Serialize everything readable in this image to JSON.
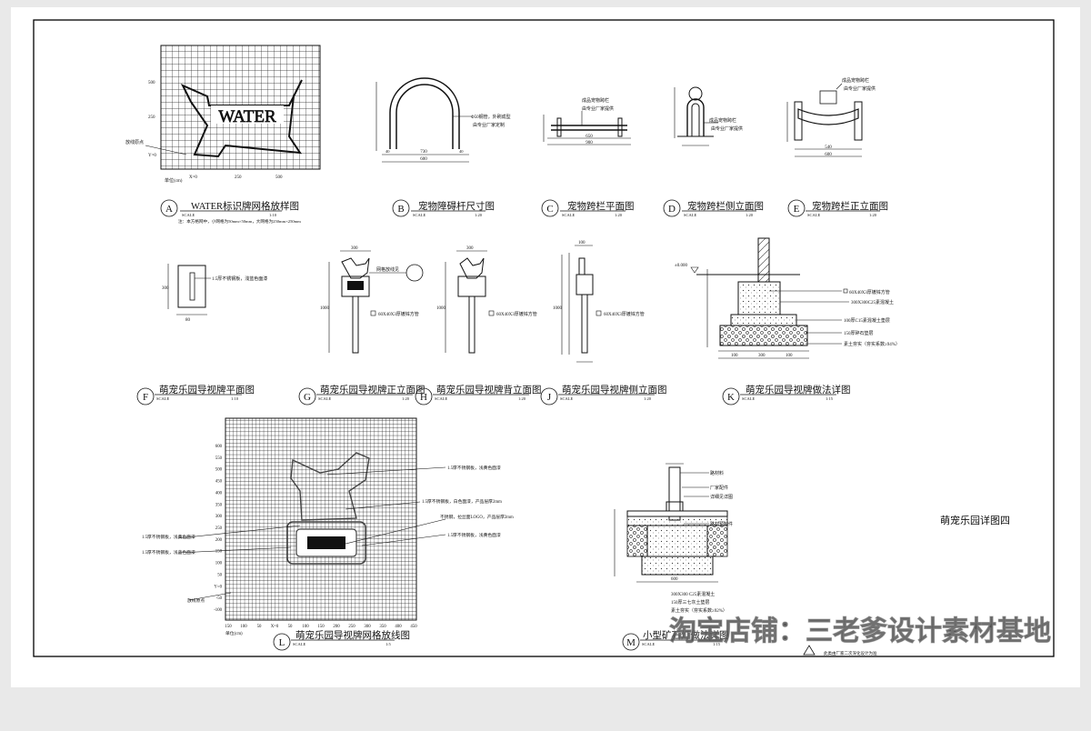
{
  "sheet_title": "萌宠乐园详图四",
  "watermark": "淘宝店铺：三老爹设计素材基地",
  "scale_word": "SCALE",
  "panels": {
    "A": {
      "letter": "A",
      "title": "WATER标识牌网格放样图",
      "scale": "1:10",
      "note": "注：本方格网中，小网格为50mm×50mm，大网格为250mm×250mm",
      "sign_text": "WATER",
      "unit": "单位(cm)",
      "ticks_y": [
        "500",
        "250",
        "Y=0"
      ],
      "ticks_x": [
        "X=0",
        "250",
        "500"
      ],
      "callout": "放线原点"
    },
    "B": {
      "letter": "B",
      "title": "宠物障碍杆尺寸图",
      "scale": "1:20",
      "note1": "Φ50钢管，外刷成型",
      "note2": "由专业厂家定制",
      "dims": [
        "730",
        "600",
        "40",
        "40"
      ]
    },
    "C": {
      "letter": "C",
      "title": "宠物跨栏平面图",
      "scale": "1:20",
      "note1": "成品宠物跨栏",
      "note2": "由专业厂家提供",
      "dims": [
        "650",
        "900"
      ]
    },
    "D": {
      "letter": "D",
      "title": "宠物跨栏侧立面图",
      "scale": "1:20",
      "note1": "成品宠物跨栏",
      "note2": "由专业厂家提供"
    },
    "E": {
      "letter": "E",
      "title": "宠物跨栏正立面图",
      "scale": "1:20",
      "note1": "成品宠物跨栏",
      "note2": "由专业厂家提供",
      "dims": [
        "540",
        "600"
      ]
    },
    "F": {
      "letter": "F",
      "title": "萌宠乐园导视牌平面图",
      "scale": "1:10",
      "note1": "1.5厚不锈钢板，浅蓝色面漆",
      "dims": [
        "300",
        "80"
      ]
    },
    "G": {
      "letter": "G",
      "title": "萌宠乐园导视牌正立面图",
      "scale": "1:20",
      "note1": "网格放线见",
      "note2": "60X40X3厚镀锌方管",
      "dims": [
        "300",
        "1000"
      ]
    },
    "H": {
      "letter": "H",
      "title": "萌宠乐园导视牌背立面图",
      "scale": "1:20",
      "note1": "60X40X3厚镀锌方管",
      "dims": [
        "300",
        "1000"
      ]
    },
    "J": {
      "letter": "J",
      "title": "萌宠乐园导视牌侧立面图",
      "scale": "1:20",
      "note1": "60X40X3厚镀锌方管",
      "dims": [
        "100",
        "1000"
      ]
    },
    "K": {
      "letter": "K",
      "title": "萌宠乐园导视牌做法详图",
      "scale": "1:15",
      "elev": "±0.000",
      "notes": [
        "60X40X3厚镀锌方管",
        "300X300C25素混凝土",
        "100厚C15素混凝土垫层",
        "150厚碎石垫层",
        "素土夯实（夯实系数≥94%）"
      ],
      "dims": [
        "100",
        "300",
        "100"
      ]
    },
    "L": {
      "letter": "L",
      "title": "萌宠乐园导视牌网格放线图",
      "scale": "1:5",
      "unit": "单位(cm)",
      "callout": "放线原点",
      "notes": [
        "1.5厚不锈钢板，浅黄色面漆",
        "1.5厚不锈钢板，白色面漆，产品层厚2mm",
        "不锈钢，拉丝面LOGO，产品层厚2mm",
        "1.5厚不锈钢板，浅黄色面漆",
        "1.5厚不锈钢板，浅黄色面漆",
        "1.5厚不锈钢板，浅蓝色面漆"
      ],
      "ticks_y": [
        "600",
        "550",
        "500",
        "450",
        "400",
        "350",
        "300",
        "250",
        "200",
        "150",
        "100",
        "50",
        "Y=0",
        "-50",
        "-100"
      ],
      "ticks_x": [
        "150",
        "100",
        "50",
        "X=0",
        "50",
        "100",
        "150",
        "200",
        "250",
        "300",
        "350",
        "400",
        "450"
      ]
    },
    "M": {
      "letter": "M",
      "title": "小型矿石灯做法详图",
      "scale": "1:15",
      "notes": [
        "路材料",
        "厂家配件",
        "详细见详图",
        "路材预制件",
        "300X300 C25素混凝土",
        "150厚三七灰土垫层",
        "素土夯实（夯实系数≥92%）"
      ],
      "dims": [
        "600"
      ],
      "footnote": "此类由厂家二次深化设计为准"
    }
  }
}
